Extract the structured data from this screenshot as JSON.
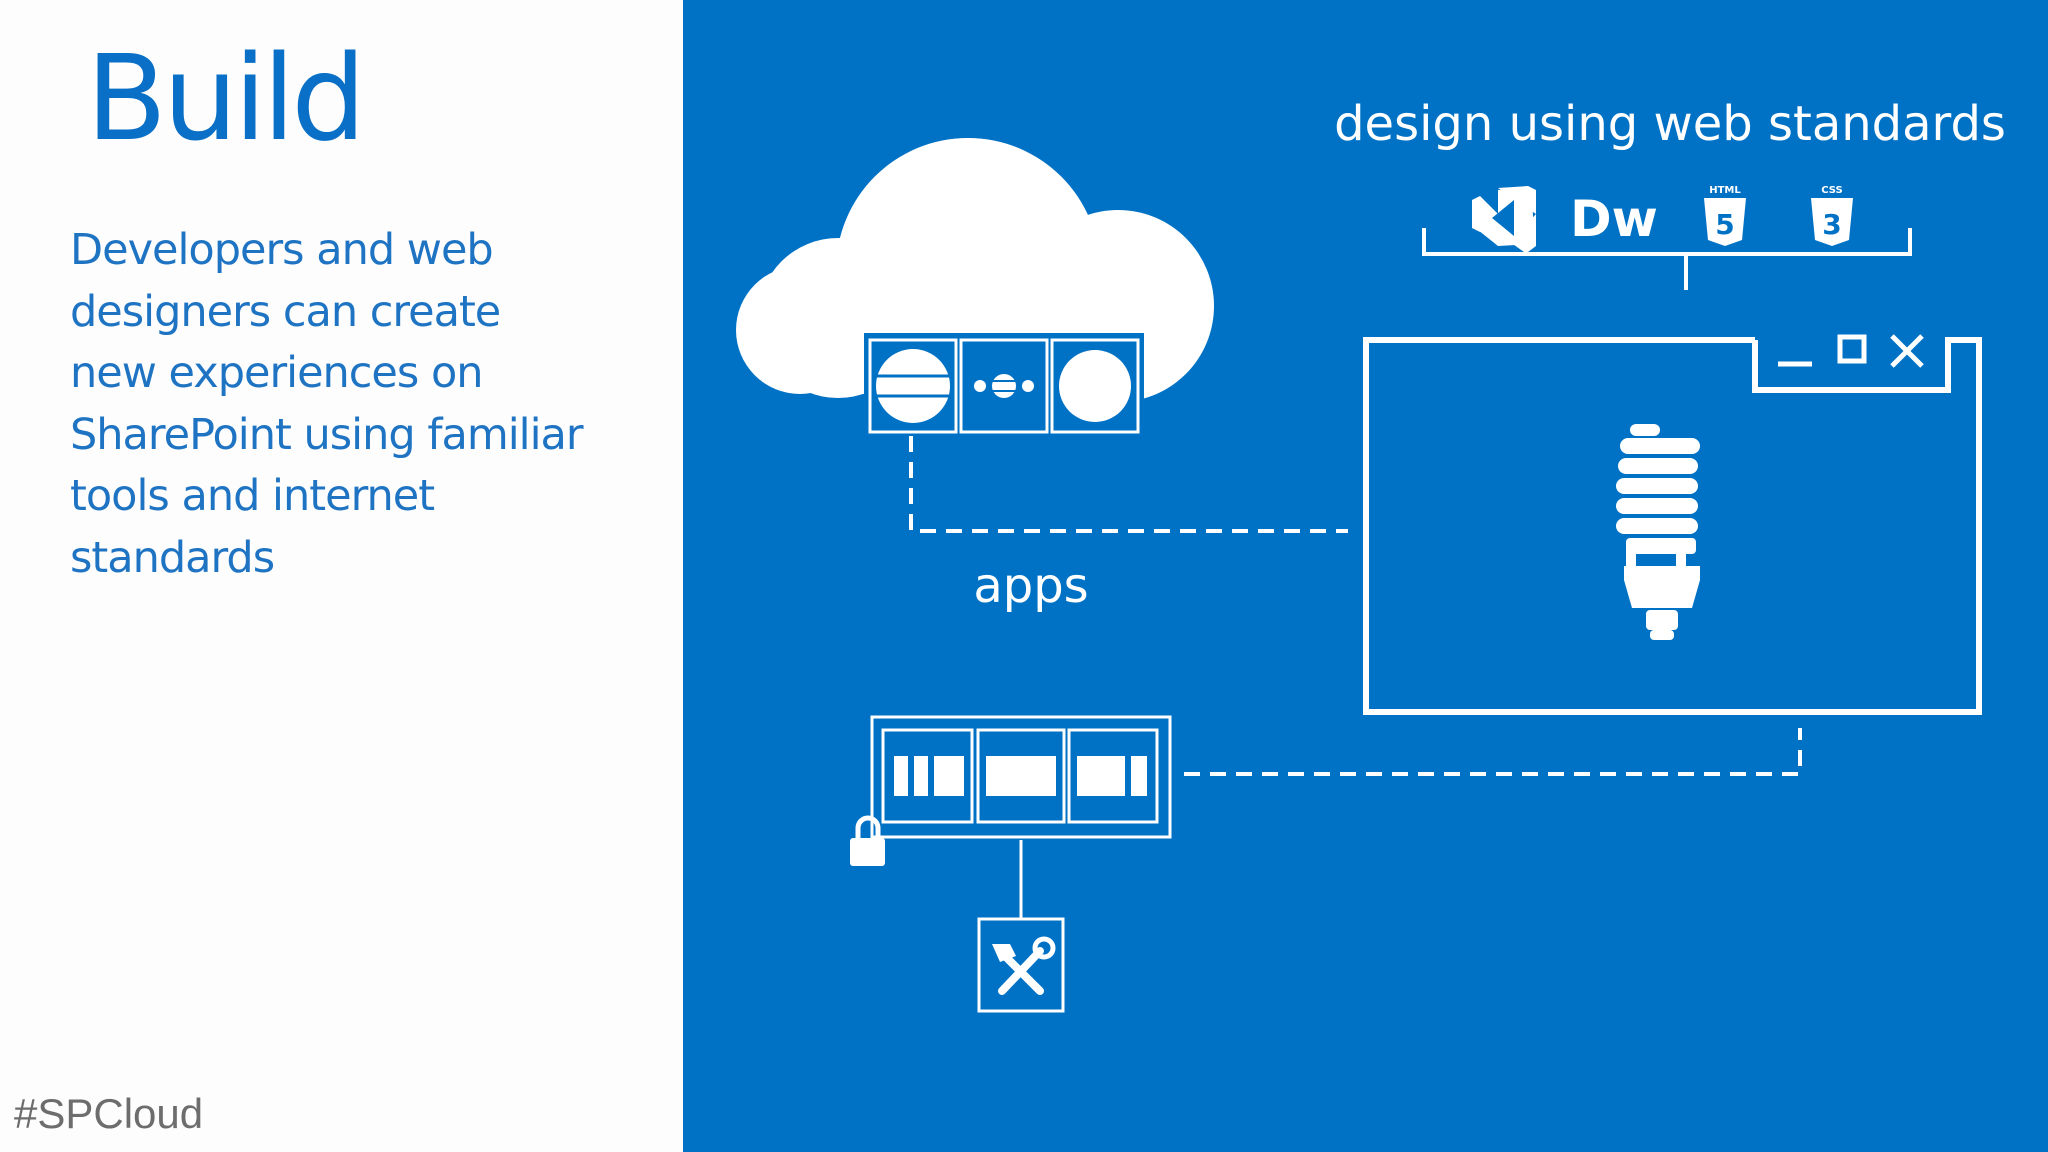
{
  "slide": {
    "title": "Build",
    "body": "Developers and web designers can create new experiences on SharePoint using familiar tools and internet standards",
    "hashtag": "#SPCloud"
  },
  "diagram": {
    "caption_top": "design using web standards",
    "caption_apps": "apps",
    "tool_icons": [
      "visual-studio-icon",
      "dreamweaver-icon",
      "html5-icon",
      "css3-icon"
    ],
    "dw_label": "Dw",
    "html5_label": "HTML",
    "css3_label": "CSS",
    "html5_number": "5",
    "css3_number": "3"
  },
  "colors": {
    "accent": "#0072c6",
    "title": "#0a6fc6",
    "body": "#1e74c3",
    "hashtag": "#6d6d6d"
  }
}
